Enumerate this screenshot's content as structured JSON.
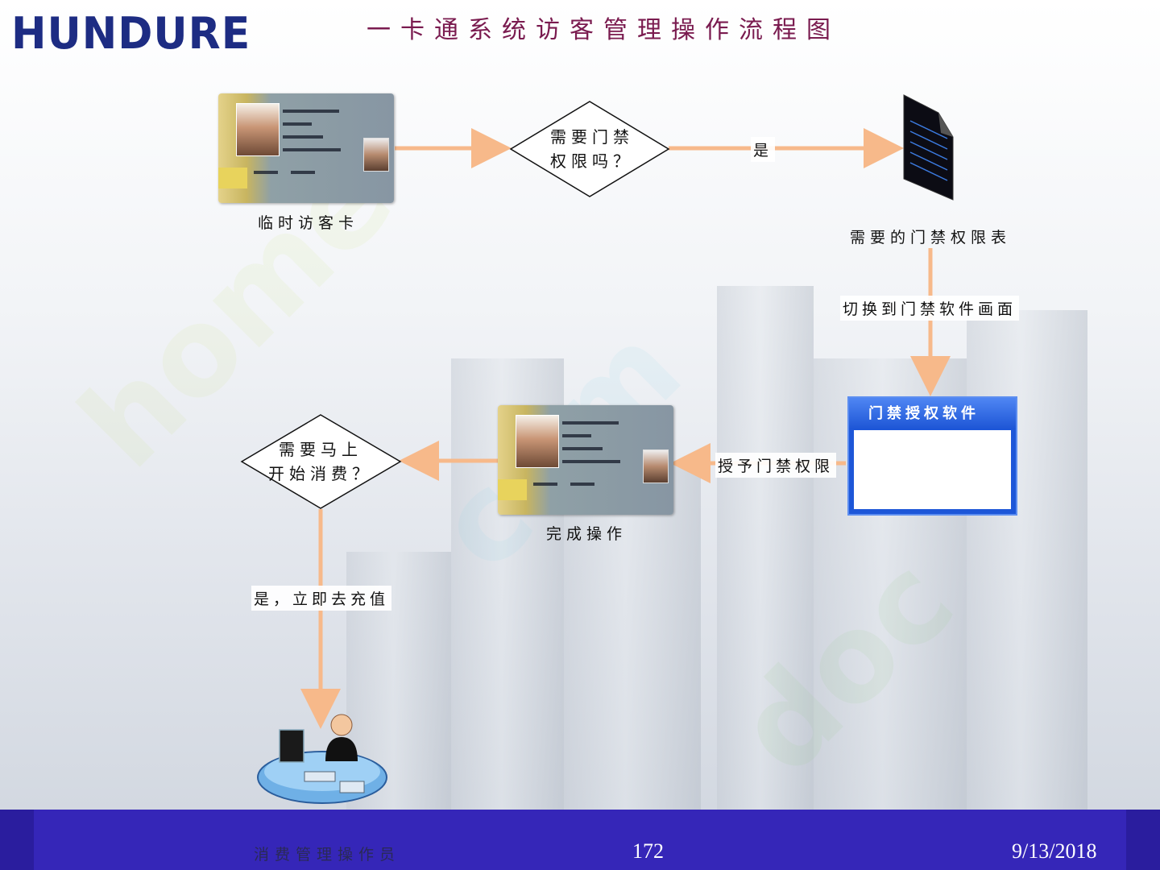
{
  "logo_text": "HUNDURE",
  "title": "一卡通系统访客管理操作流程图",
  "nodes": {
    "temp_card_label": "临时访客卡",
    "need_access_q_line1": "需要门禁",
    "need_access_q_line2": "权限吗？",
    "access_table_label": "需要的门禁权限表",
    "software_title": "门禁授权软件",
    "done_label": "完成操作",
    "consume_q_line1": "需要马上",
    "consume_q_line2": "开始消费？",
    "operator_label": "消费管理操作员"
  },
  "edges": {
    "yes": "是",
    "switch_to_software": "切换到门禁软件画面",
    "grant_access": "授予门禁权限",
    "yes_recharge": "是，立即去充值"
  },
  "footer": {
    "page_number": "172",
    "date": "9/13/2018"
  },
  "colors": {
    "arrow": "#f7b98a",
    "logo": "#1d2c83",
    "title": "#7a1b4f",
    "footer_bg": "#3526b8",
    "window_blue": "#1d56d8"
  },
  "icons": [
    "id-card-icon",
    "document-icon",
    "software-window-icon",
    "operator-at-computer-icon"
  ]
}
